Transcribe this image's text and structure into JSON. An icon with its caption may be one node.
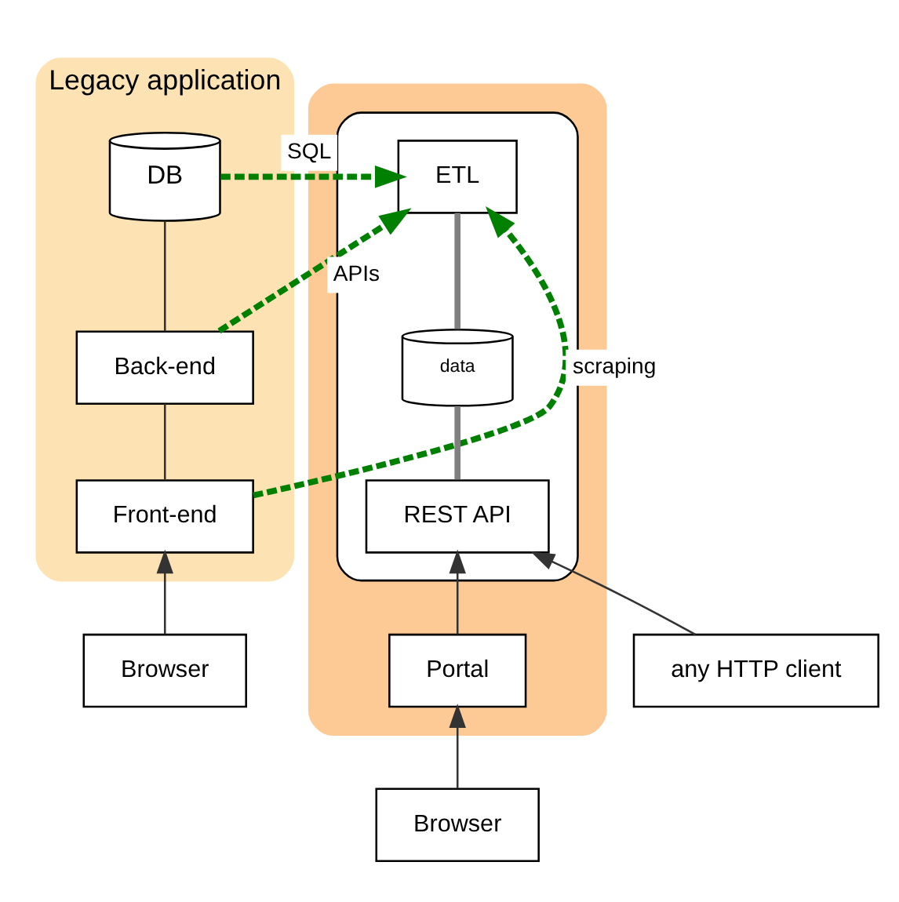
{
  "diagram": {
    "nodes": [
      {
        "text": [
          "Legacy application"
        ]
      },
      {
        "text": [
          "DB"
        ],
        "in": 0
      },
      {
        "text": [
          "Back-end"
        ],
        "in": 0
      },
      {
        "text": [
          "Front-end"
        ],
        "in": 0
      },
      {
        "text": [],
        "shape": "box"
      },
      {
        "text": [],
        "shape": "box",
        "in": 4
      },
      {
        "text": [
          "ETL"
        ],
        "in": 5
      },
      {
        "text": [
          "data"
        ],
        "in": 5
      },
      {
        "text": [
          "REST API"
        ],
        "in": 5
      },
      {
        "text": [
          "Portal"
        ],
        "in": 4
      },
      {
        "text": [
          "Browser"
        ]
      },
      {
        "text": [
          "Browser"
        ]
      },
      {
        "text": [
          "any HTTP client"
        ]
      }
    ],
    "edges": [
      {
        "from": 1,
        "to": 2,
        "arrow": "none"
      },
      {
        "from": 2,
        "to": 3,
        "arrow": "none"
      },
      {
        "from": 1,
        "to": 6,
        "arrow": "to",
        "label": "SQL",
        "style": "dashed",
        "color": "#008000"
      },
      {
        "from": 2,
        "to": 6,
        "arrow": "to",
        "label": "APIs",
        "style": "dashed",
        "color": "#008000"
      },
      {
        "from": 3,
        "to": 6,
        "arrow": "to",
        "label": "scraping",
        "style": "dashed",
        "color": "#008000"
      },
      {
        "from": 6,
        "to": 7,
        "arrow": "none",
        "style": "thick",
        "color": "#808080"
      },
      {
        "from": 7,
        "to": 8,
        "arrow": "none",
        "style": "thick",
        "color": "#808080"
      },
      {
        "from": 10,
        "to": 3,
        "arrow": "to"
      },
      {
        "from": 9,
        "to": 8,
        "arrow": "to"
      },
      {
        "from": 11,
        "to": 9,
        "arrow": "to"
      },
      {
        "from": 12,
        "to": 8,
        "arrow": "to"
      }
    ]
  }
}
